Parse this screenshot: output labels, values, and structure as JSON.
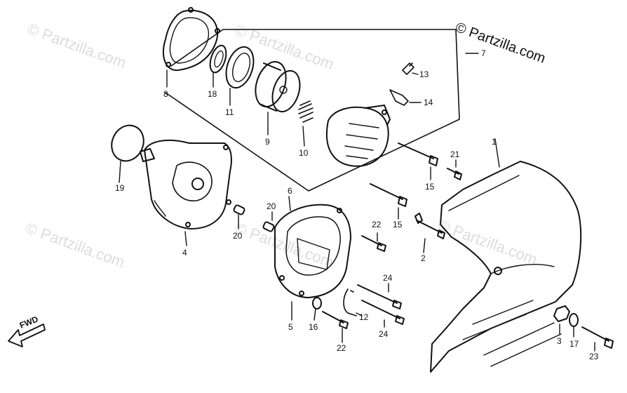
{
  "watermark": "© Partzilla.com",
  "copyright": "© Partzilla.com",
  "direction_label": "FWD",
  "callouts": [
    "1",
    "2",
    "3",
    "4",
    "5",
    "6",
    "7",
    "8",
    "9",
    "10",
    "11",
    "12",
    "13",
    "14",
    "15",
    "15",
    "16",
    "17",
    "18",
    "19",
    "20",
    "20",
    "21",
    "22",
    "22",
    "23",
    "24",
    "24"
  ]
}
